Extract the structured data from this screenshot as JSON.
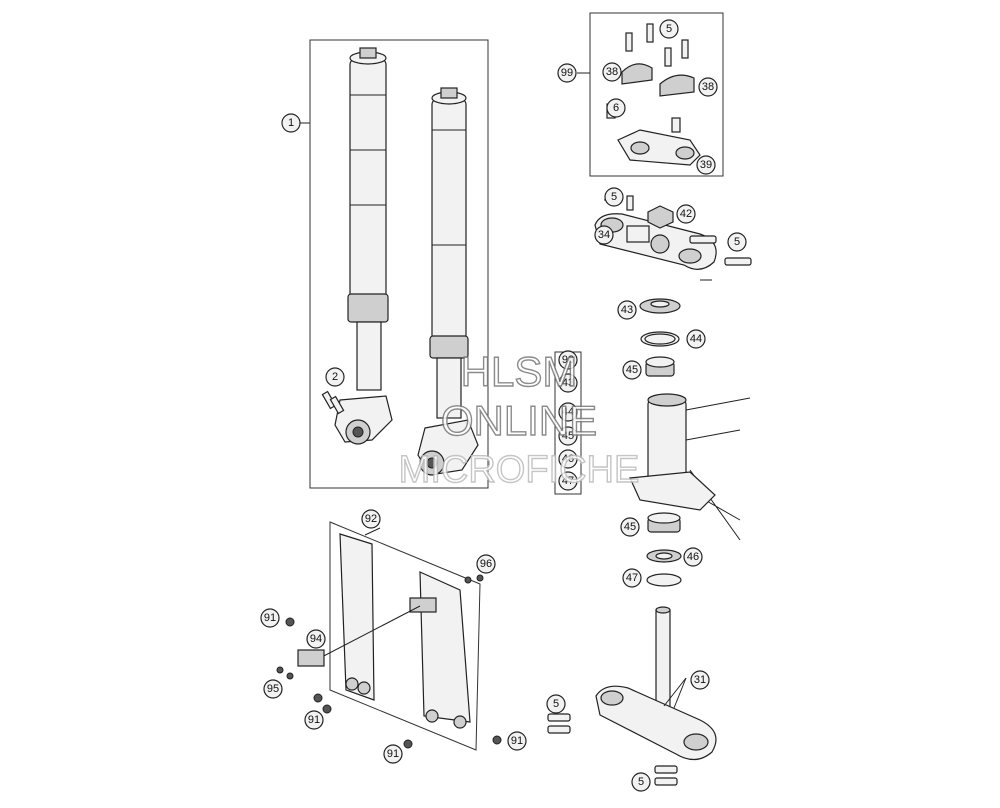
{
  "watermark": {
    "line1": "HLSM",
    "line2": "ONLINE",
    "line3": "MICROFICHE"
  },
  "callouts": {
    "c1": "1",
    "c2": "2",
    "c5a": "5",
    "c5b": "5",
    "c5c": "5",
    "c5d": "5",
    "c5e": "5",
    "c6": "6",
    "c31": "31",
    "c34": "34",
    "c38a": "38",
    "c38b": "38",
    "c39": "39",
    "c42": "42",
    "c43": "43",
    "c44": "44",
    "c45a": "45",
    "c45b": "45",
    "c46": "46",
    "c47": "47",
    "c91a": "91",
    "c91b": "91",
    "c91c": "91",
    "c91d": "91",
    "c92": "92",
    "c94": "94",
    "c95": "95",
    "c96": "96",
    "c99": "99"
  },
  "kit_list": [
    "98",
    "43",
    "44",
    "45",
    "46",
    "47"
  ]
}
